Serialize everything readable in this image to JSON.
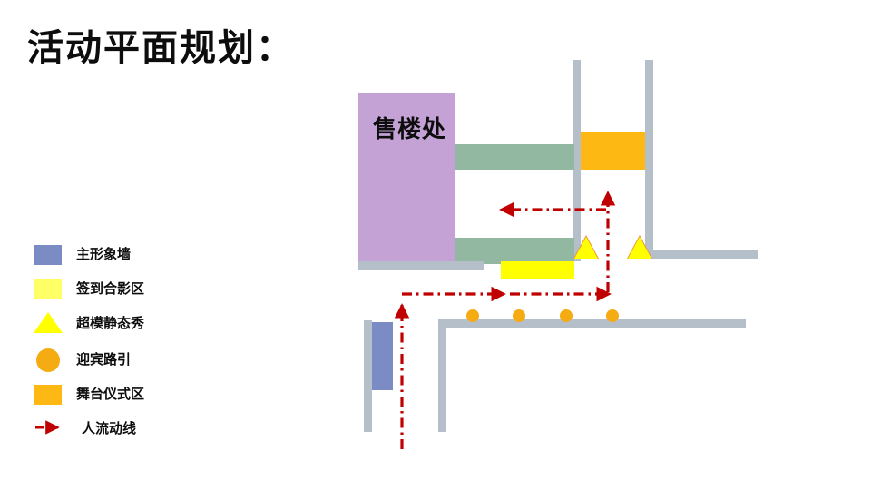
{
  "slide": {
    "title": "活动平面规划："
  },
  "legend": {
    "items": [
      {
        "label": "主形象墙",
        "symbol": "square",
        "color": "#7b8bc4",
        "icon": "square-swatch-icon"
      },
      {
        "label": "签到合影区",
        "symbol": "square",
        "color": "#ffff66",
        "icon": "square-swatch-icon"
      },
      {
        "label": "超模静态秀",
        "symbol": "triangle",
        "color": "#ffff00",
        "icon": "triangle-swatch-icon"
      },
      {
        "label": "迎宾路引",
        "symbol": "circle",
        "color": "#f5ab12",
        "icon": "circle-swatch-icon"
      },
      {
        "label": "舞台仪式区",
        "symbol": "square",
        "color": "#fdb813",
        "icon": "square-swatch-icon"
      },
      {
        "label": "人流动线",
        "symbol": "arrow",
        "color": "#c00000",
        "icon": "dash-dot-arrow-icon"
      }
    ]
  },
  "plan": {
    "building_label": "售楼处",
    "colors": {
      "wall": "#b4bfc9",
      "building": "#c4a2d6",
      "green_zone": "#93b8a2",
      "stage_orange": "#fdb813",
      "signin_yellow": "#ffff00",
      "feature_wall_blue": "#7b8bc4",
      "flow_red": "#c00000",
      "marker_yellow": "#ffff00",
      "marker_outline": "#e8923a",
      "guide_dot": "#f5ab12"
    },
    "markers": {
      "guide_dot_count": 4,
      "model_show_count": 2
    }
  }
}
